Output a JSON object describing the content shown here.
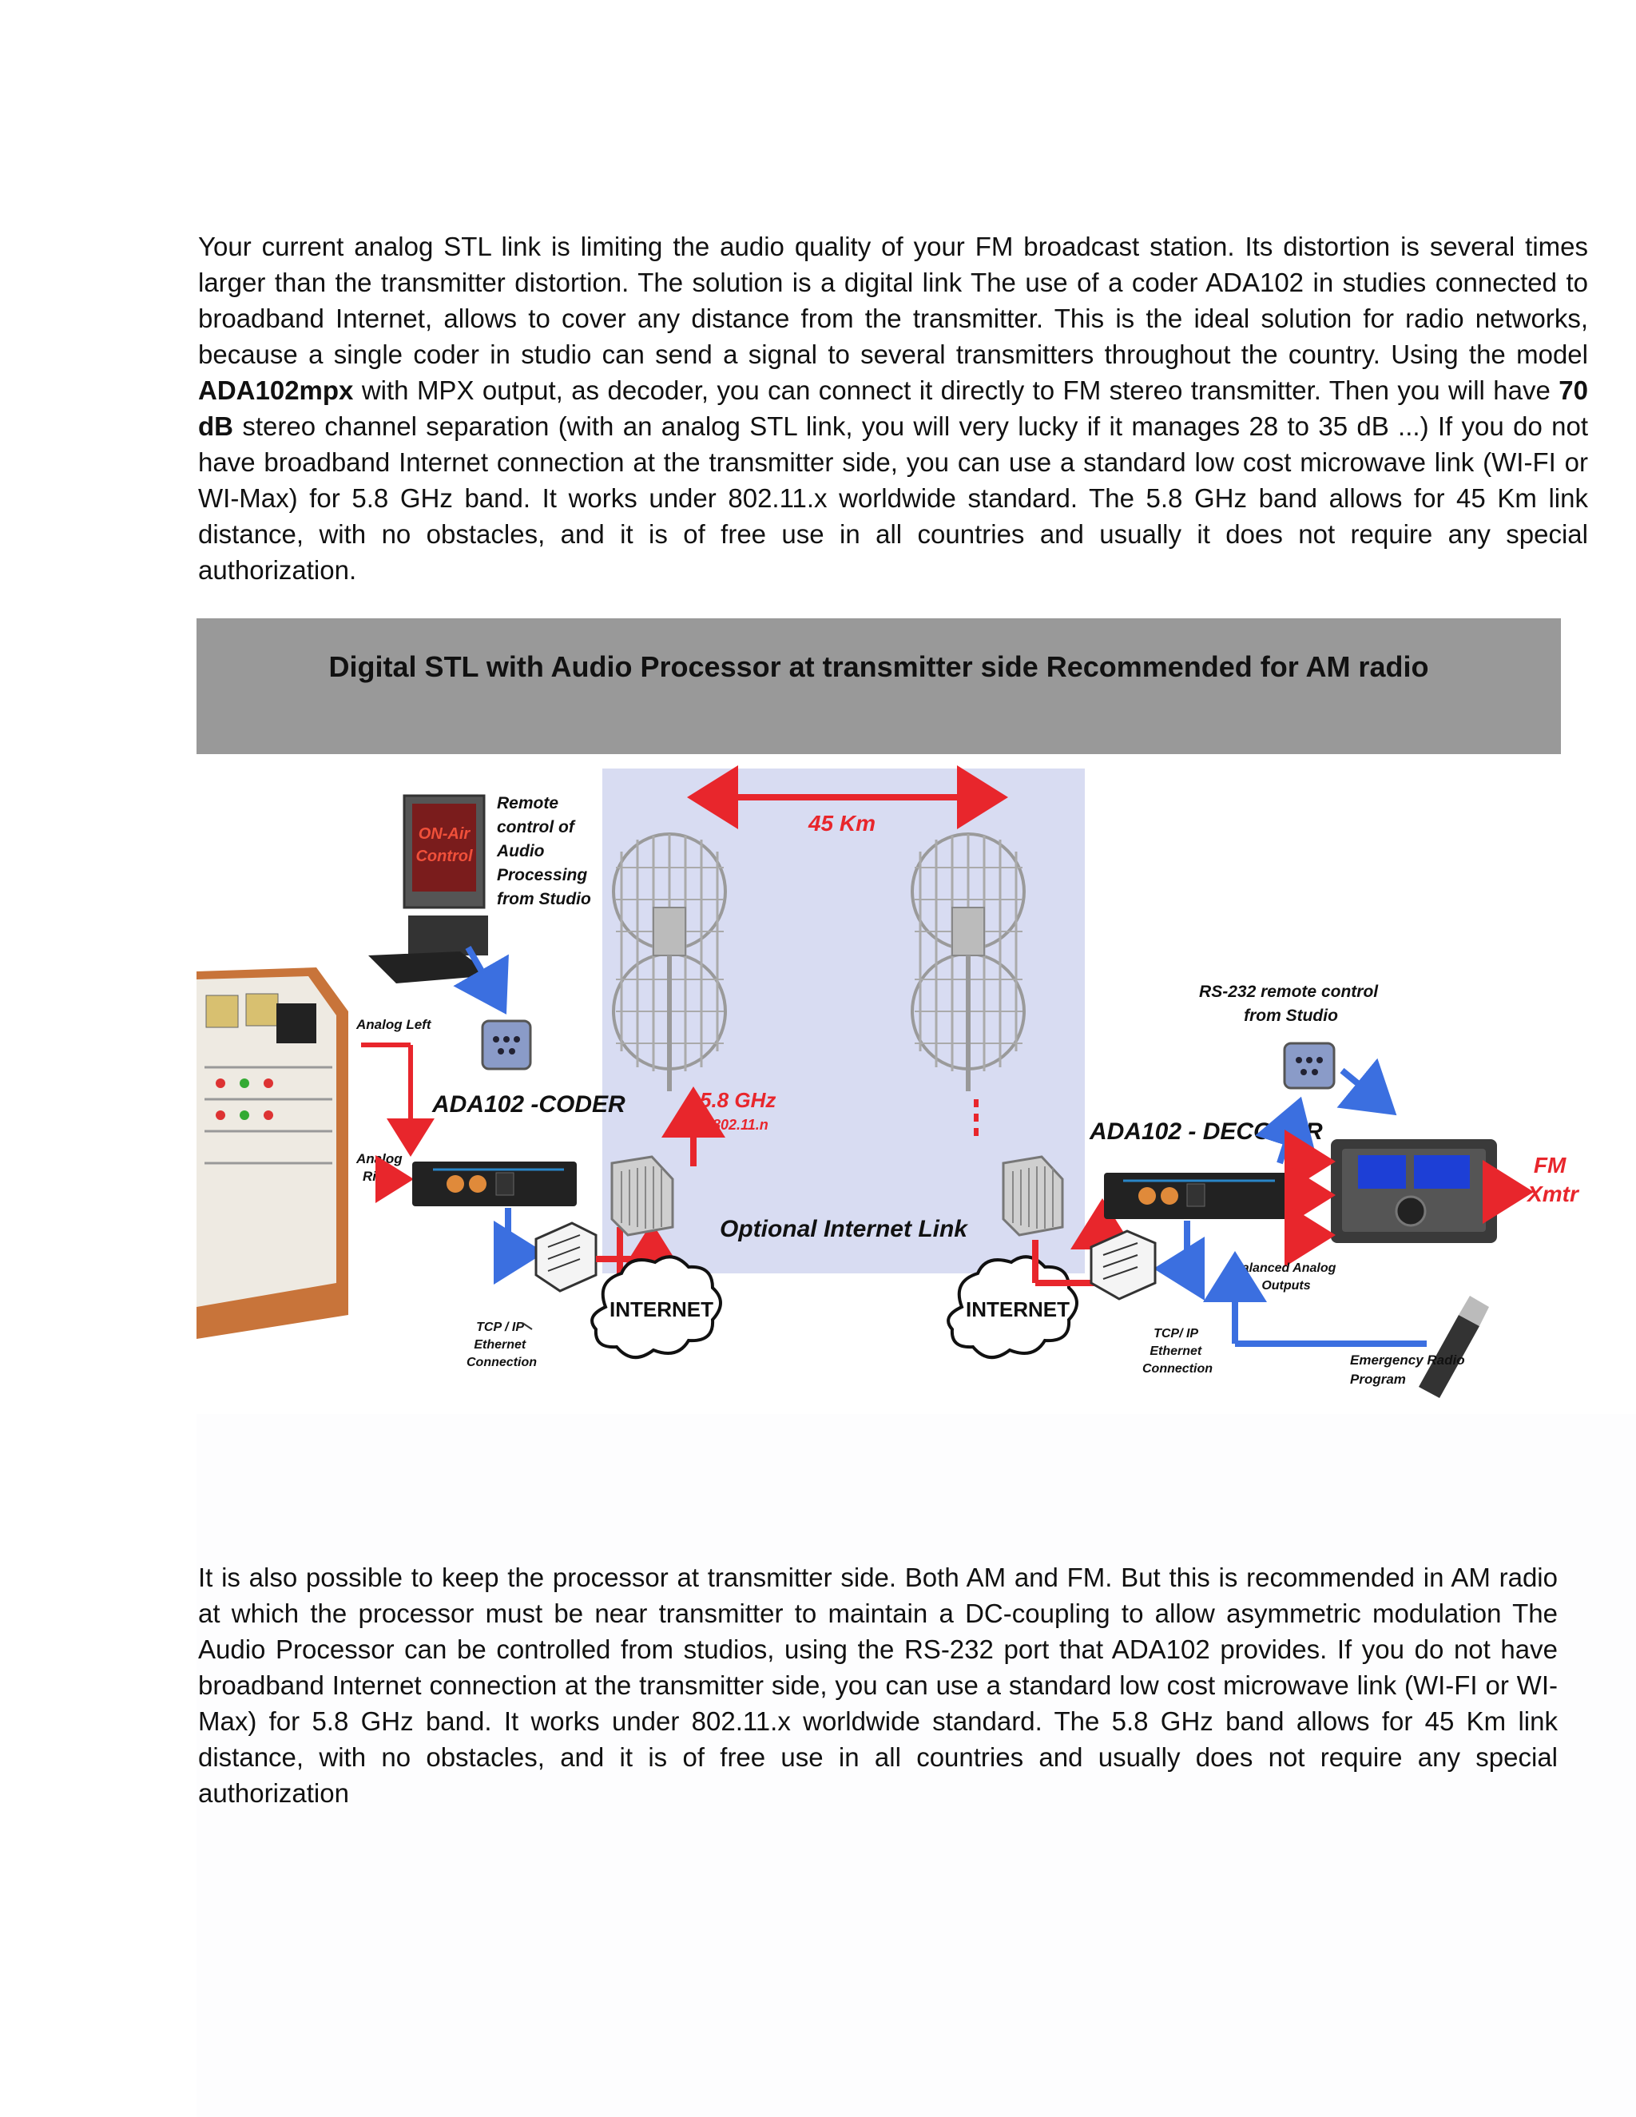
{
  "paragraph1": {
    "s1": "Your current analog STL link is limiting the audio quality of your FM broadcast station. Its distortion is several times larger than the transmitter distortion.  The solution is a digital link The use of a coder ADA102 in studies connected to broadband Internet, allows to cover any distance from the transmitter. This is the ideal solution for radio networks, because a single coder in studio can send a signal to several transmitters throughout the country.  Using the model ",
    "b1": "ADA102mpx",
    "s2": " with MPX output, as decoder, you can connect it directly to FM stereo transmitter. Then you will have ",
    "b2": "70 dB",
    "s3": " stereo channel separation (with an analog STL link, you will very lucky if it manages 28 to 35 dB ...) If you do not have broadband Internet connection at the transmitter side, you can use a standard low cost microwave link (WI-FI or WI-Max) for 5.8 GHz band. It works under 802.11.x worldwide standard. The 5.8 GHz band allows for 45 Km link distance, with no obstacles, and it is of free use in all countries and usually it does not require any special authorization."
  },
  "banner": {
    "title": "Digital STL with Audio Processor at transmitter side Recommended for AM radio"
  },
  "diagram": {
    "distance": "45 Km",
    "monitor_text1": "ON-Air",
    "monitor_text2": "Control",
    "remote_label": [
      "Remote",
      "control of",
      "Audio",
      "Processing",
      "from Studio"
    ],
    "analog_left": "Analog Left",
    "analog_right": [
      "Analog",
      "Right"
    ],
    "coder_label": "ADA102 -CODER",
    "ghz": "5.8 GHz",
    "wifi_std": "802.11.n",
    "optional_link": "Optional Internet Link",
    "decoder_label": "ADA102 - DECODER",
    "rs232_label": [
      "RS-232 remote control",
      "from Studio"
    ],
    "fm_label": [
      "FM",
      "Xmtr"
    ],
    "balanced_label": [
      "Balanced Analog",
      "Outputs"
    ],
    "tcp_left": [
      "TCP / IP",
      "Ethernet",
      "Connection"
    ],
    "tcp_right": [
      "TCP/ IP",
      "Ethernet",
      "Connection"
    ],
    "internet_left": "INTERNET",
    "internet_right": "INTERNET",
    "emergency_label": [
      "Emergency Radio",
      "Program"
    ],
    "colors": {
      "red": "#e8262c",
      "blue": "#3b6fe0",
      "sky": "#d8dcf2"
    }
  },
  "paragraph2": {
    "text": "It is also possible to keep the processor at transmitter side. Both AM and FM. But this is recommended in AM radio at which the processor must be near transmitter to maintain a DC-coupling to allow asymmetric modulation The Audio Processor can be controlled from studios, using the RS-232 port that ADA102 provides.  If you do not have broadband Internet connection at the transmitter side, you can use a standard low cost microwave link (WI-FI or WI-Max) for 5.8 GHz band. It works under 802.11.x worldwide standard. The 5.8 GHz band  allows for 45 Km link distance, with no obstacles,  and it is of free use in all countries and usually does not require any special authorization"
  }
}
